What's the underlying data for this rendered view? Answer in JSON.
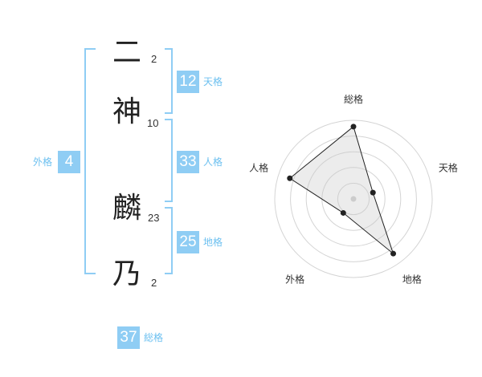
{
  "name_chars": [
    {
      "char": "二",
      "strokes": "2"
    },
    {
      "char": "神",
      "strokes": "10"
    },
    {
      "char": "麟",
      "strokes": "23"
    },
    {
      "char": "乃",
      "strokes": "2"
    }
  ],
  "kaku": {
    "tenkaku": {
      "value": "12",
      "label": "天格"
    },
    "jinkaku": {
      "value": "33",
      "label": "人格"
    },
    "chikaku": {
      "value": "25",
      "label": "地格"
    },
    "gaikaku": {
      "value": "4",
      "label": "外格"
    },
    "soukaku": {
      "value": "37",
      "label": "総格"
    }
  },
  "colors": {
    "accent": "#8fcdf4",
    "label": "#6cc0f0"
  },
  "chart_data": {
    "type": "radar",
    "axes": [
      "総格",
      "天格",
      "地格",
      "外格",
      "人格"
    ],
    "values": [
      0.92,
      0.26,
      0.86,
      0.22,
      0.85
    ],
    "rmax": 1,
    "rings": 5,
    "grid": true,
    "legend": "none"
  }
}
